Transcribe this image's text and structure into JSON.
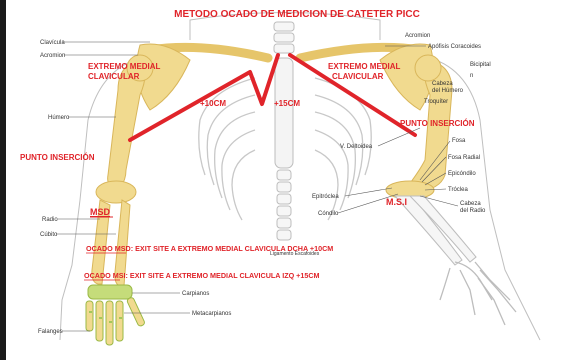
{
  "title": "METODO OCADO DE MEDICION DE CATETER PICC",
  "labels_left": {
    "clavicula": "Clavícula",
    "acromion": "Acromion",
    "humero": "Húmero",
    "radio": "Radio",
    "cubito": "Cúbito",
    "falanges": "Falanges"
  },
  "labels_right": {
    "acromion": "Acromion",
    "apofisis": "Apófisis Coracoides",
    "bicipital": "Bicipital",
    "cabeza_humero_1": "Cabeza",
    "cabeza_humero_2": "del Húmero",
    "troquiter": "Troquíter",
    "v_deltoidea": "V. Deltoidea",
    "fosa": "Fosa",
    "fosa_radial": "Fosa Radial",
    "epicondilo": "Epicóndilo",
    "troclea": "Tróclea",
    "cabeza_radio_1": "Cabeza",
    "cabeza_radio_2": "del Radio",
    "epitroclea": "Epitróclea",
    "condilo": "Cóndilo",
    "carpianos": "Carpianos",
    "metacarpianos": "Metacarpianos",
    "ligamento": "Ligamento Escafoides"
  },
  "red_labels": {
    "extremo_left_1": "EXTREMO MEDIAL",
    "extremo_left_2": "CLAVICULAR",
    "extremo_right_1": "EXTREMO MEDIAL",
    "extremo_right_2": "CLAVICULAR",
    "cm10": "+10CM",
    "cm15": "+15CM",
    "punto_left": "PUNTO INSERCIÓN",
    "punto_right": "PUNTO INSERCIÓN",
    "msd": "MSD",
    "msi": "M.S.I",
    "ocado_msd": "OCADO MSD: EXIT SITE A EXTREMO MEDIAL CLAVICULA DCHA +10CM",
    "ocado_msi": "OCADO MSI: EXIT SITE A EXTREMO MEDIAL CLAVICULA IZQ +15CM"
  },
  "colors": {
    "red": "#e0242a",
    "bone": "#f1da8f",
    "bone_dark": "#e3c05a",
    "green": "#8bc34a"
  }
}
